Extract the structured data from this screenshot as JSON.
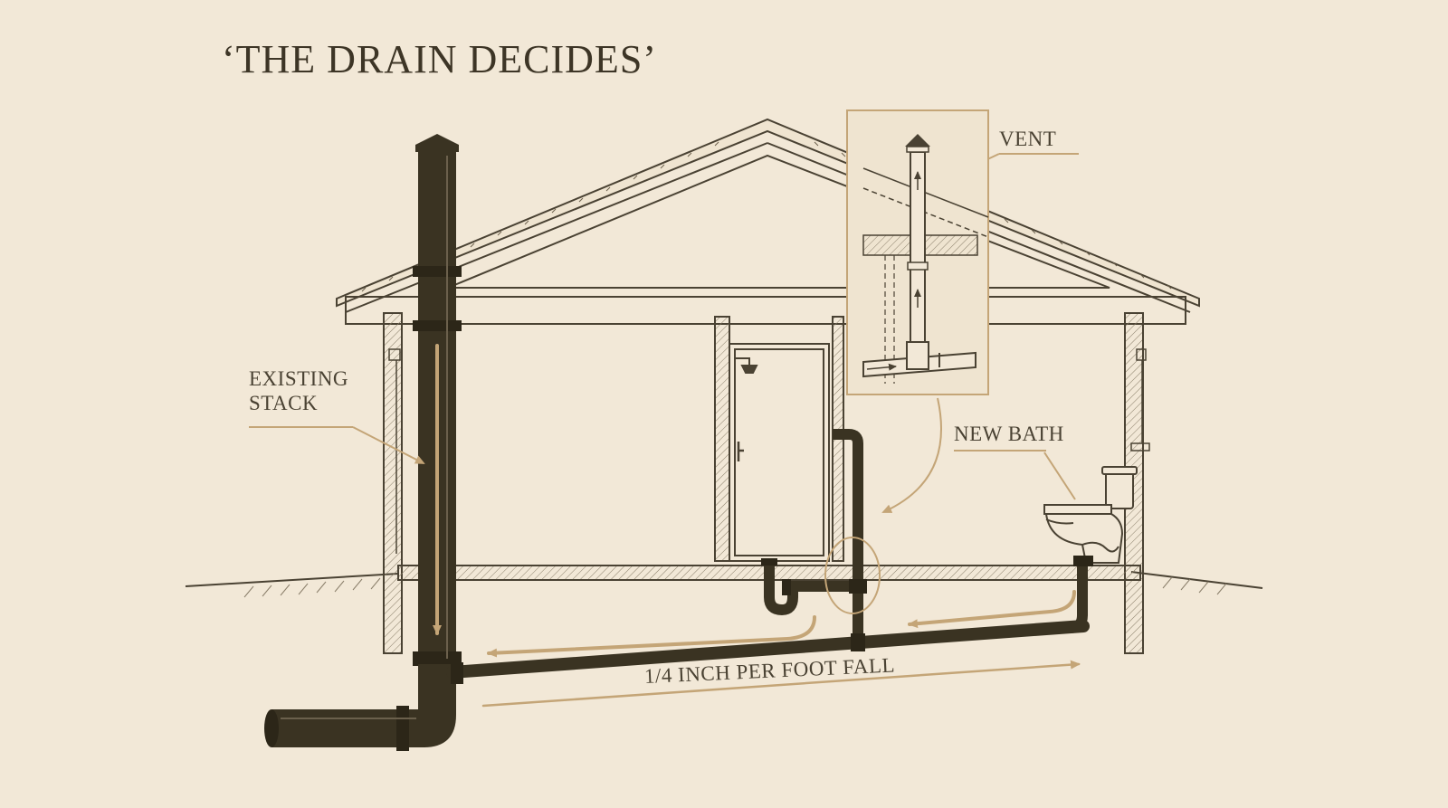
{
  "title": "‘THE DRAIN DECIDES’",
  "labels": {
    "existing_stack": "EXISTING\nSTACK",
    "vent": "VENT",
    "new_bath": "NEW BATH",
    "fall": "1/4 INCH PER FOOT FALL"
  },
  "colors": {
    "background": "#f2e8d7",
    "ink": "#4a4233",
    "pipe": "#3a3322",
    "accent": "#c4a577"
  },
  "icons": [
    "shower-head-icon",
    "door-handle-icon",
    "toilet-icon",
    "flow-arrow-icon"
  ]
}
